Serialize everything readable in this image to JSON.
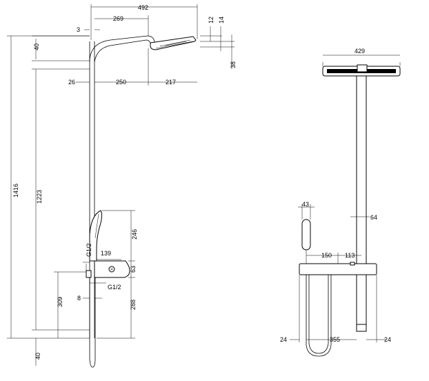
{
  "side_view": {
    "dims": {
      "overall_width": "492",
      "head_arm": "269",
      "offset_left": "3",
      "h12": "12",
      "h14": "14",
      "h38": "38",
      "top40": "40",
      "d26": "26",
      "d250": "250",
      "d217": "217",
      "overall_height": "1416",
      "h1223": "1223",
      "h246": "246",
      "thread_upper": "G1/2",
      "d139": "139",
      "d63": "63",
      "thread_lower": "G1/2",
      "h309": "309",
      "d8": "8",
      "h288": "288",
      "bottom40": "40"
    }
  },
  "front_view": {
    "dims": {
      "head_width": "429",
      "handle_width": "43",
      "pipe": "64",
      "d150": "150",
      "d113": "113",
      "left24": "24",
      "d355": "355",
      "right24": "24"
    }
  }
}
